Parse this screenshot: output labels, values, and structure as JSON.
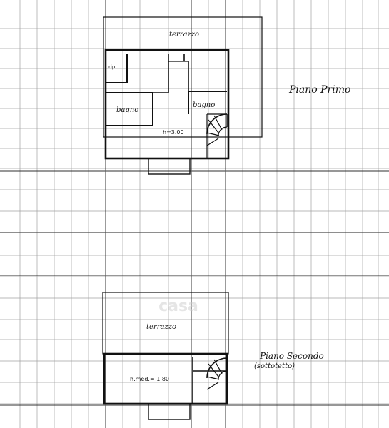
{
  "upper_plan": {
    "title": "Piano Primo",
    "terrace_label": "terrazzo",
    "closet_label": "rip.",
    "bath_left_label": "bagno",
    "bath_right_label": "bagno",
    "height_label": "h=3.00"
  },
  "lower_plan": {
    "title": "Piano Secondo",
    "subtitle": "(sottotetto)",
    "terrace_label": "terrazzo",
    "height_label": "h.med.= 1.80"
  },
  "watermark": "casa"
}
